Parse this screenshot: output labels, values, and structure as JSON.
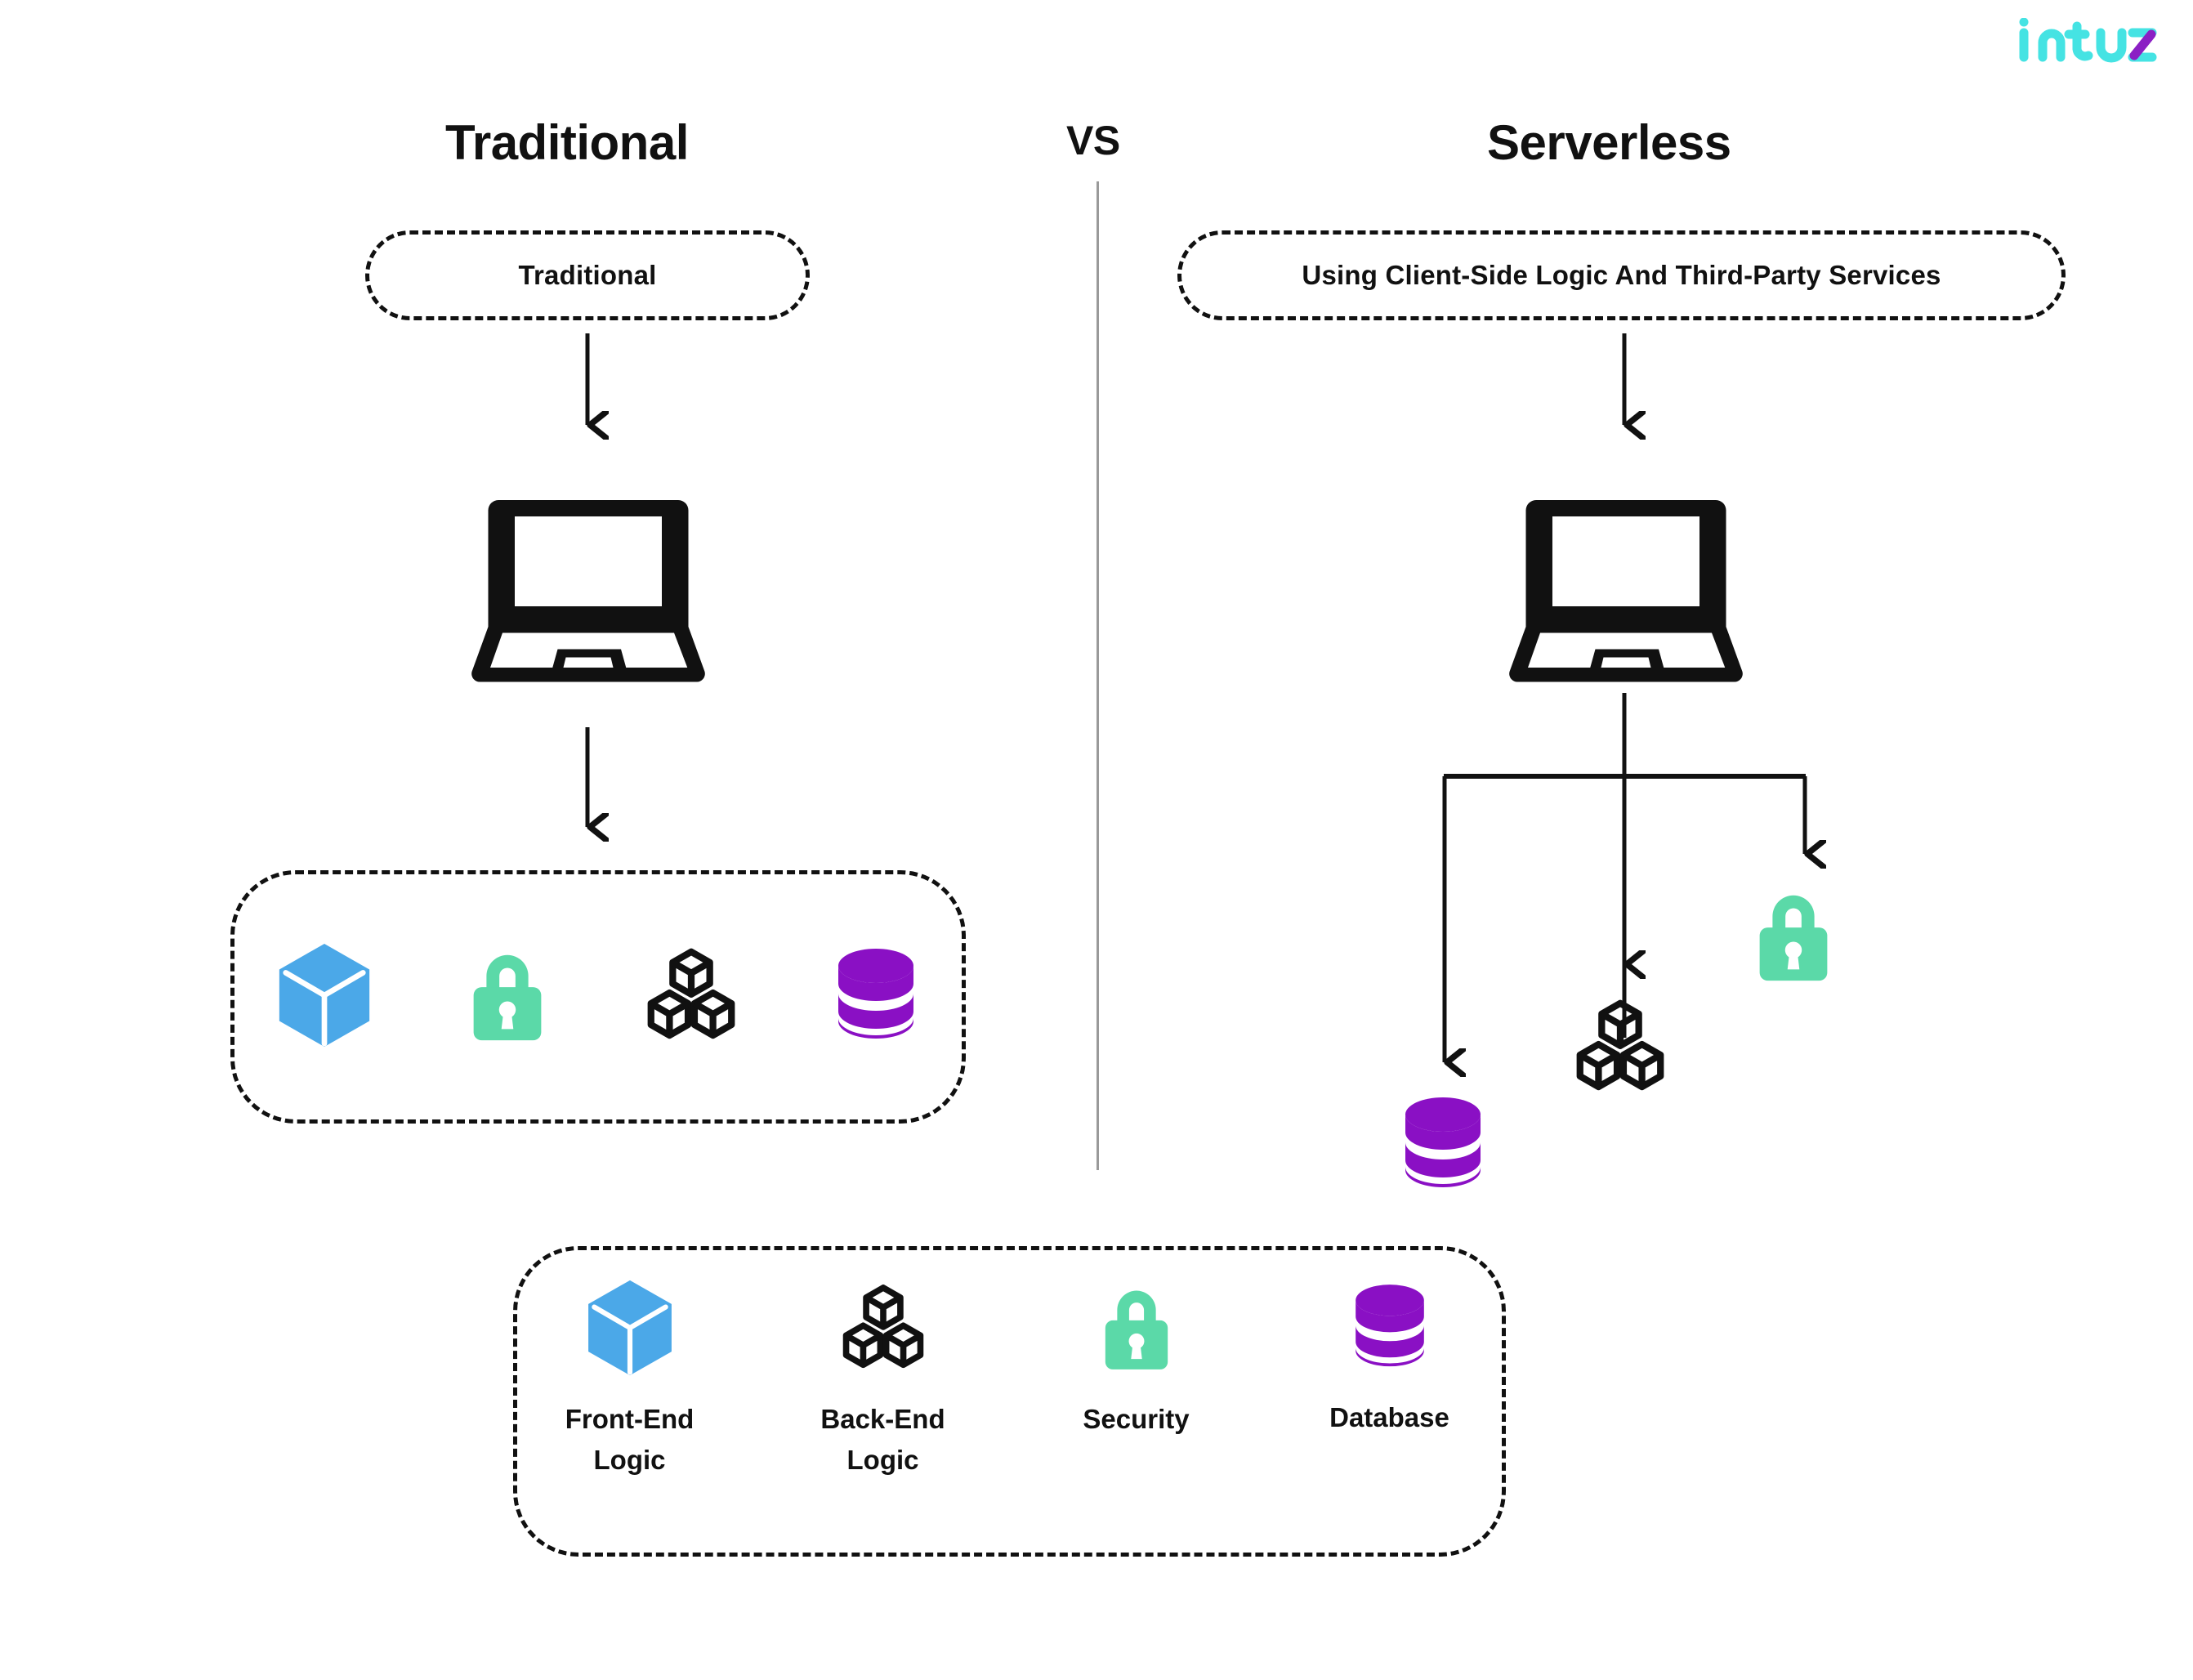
{
  "brand": {
    "logo_text": "Intuz",
    "logo_color_primary": "#45E3E3",
    "logo_color_accent": "#8B1FC4"
  },
  "headings": {
    "left": "Traditional",
    "middle": "VS",
    "right": "Serverless"
  },
  "pills": {
    "left": "Traditional",
    "right": "Using Client-Side Logic And Third-Party Services"
  },
  "icons": {
    "front_end": {
      "name": "blue-cube-icon",
      "color": "#4BA8E8"
    },
    "security": {
      "name": "green-lock-icon",
      "color": "#5BD9A8"
    },
    "back_end": {
      "name": "black-cubes-icon",
      "color": "#111111"
    },
    "database": {
      "name": "purple-database-icon",
      "color": "#8A10C4"
    },
    "laptop": {
      "name": "laptop-icon",
      "color": "#111111"
    }
  },
  "left_services": [
    {
      "icon": "blue-cube-icon",
      "label": "Front-End Logic"
    },
    {
      "icon": "green-lock-icon",
      "label": "Security"
    },
    {
      "icon": "black-cubes-icon",
      "label": "Back-End Logic"
    },
    {
      "icon": "purple-database-icon",
      "label": "Database"
    }
  ],
  "right_services": [
    {
      "icon": "purple-database-icon",
      "label": "Database"
    },
    {
      "icon": "black-cubes-icon",
      "label": "Back-End Logic"
    },
    {
      "icon": "green-lock-icon",
      "label": "Security"
    }
  ],
  "legend": {
    "items": [
      {
        "icon": "blue-cube-icon",
        "label": "Front-End\nLogic"
      },
      {
        "icon": "black-cubes-icon",
        "label": "Back-End\nLogic"
      },
      {
        "icon": "green-lock-icon",
        "label": "Security"
      },
      {
        "icon": "purple-database-icon",
        "label": "Database"
      }
    ]
  },
  "theme": {
    "stroke": "#111111",
    "divider": "#9a9a9a",
    "background": "#ffffff"
  }
}
